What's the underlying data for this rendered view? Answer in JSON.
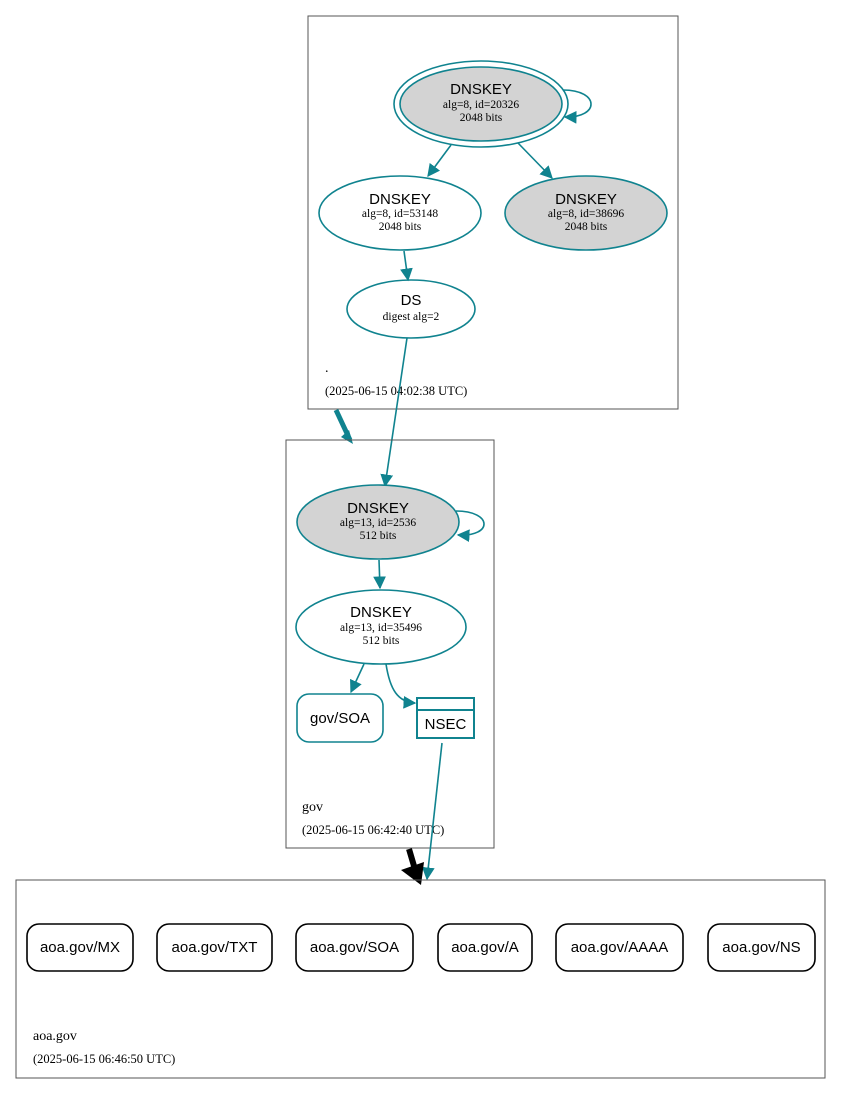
{
  "colors": {
    "teal": "#10838f",
    "key_fill_signing": "#d3d3d3",
    "zone_border": "#555555",
    "delegation_insecure": "#000000"
  },
  "zones": {
    "root": {
      "name": ".",
      "timestamp": "(2025-06-15 04:02:38 UTC)"
    },
    "gov": {
      "name": "gov",
      "timestamp": "(2025-06-15 06:42:40 UTC)"
    },
    "aoa": {
      "name": "aoa.gov",
      "timestamp": "(2025-06-15 06:46:50 UTC)"
    }
  },
  "nodes": {
    "root_ksk": {
      "title": "DNSKEY",
      "line1": "alg=8, id=20326",
      "line2": "2048 bits"
    },
    "root_zsk1": {
      "title": "DNSKEY",
      "line1": "alg=8, id=53148",
      "line2": "2048 bits"
    },
    "root_zsk2": {
      "title": "DNSKEY",
      "line1": "alg=8, id=38696",
      "line2": "2048 bits"
    },
    "gov_ds": {
      "title": "DS",
      "line1": "digest alg=2"
    },
    "gov_ksk": {
      "title": "DNSKEY",
      "line1": "alg=13, id=2536",
      "line2": "512 bits"
    },
    "gov_zsk": {
      "title": "DNSKEY",
      "line1": "alg=13, id=35496",
      "line2": "512 bits"
    },
    "gov_soa": {
      "label": "gov/SOA"
    },
    "gov_nsec": {
      "label": "NSEC"
    }
  },
  "aoa_records": [
    "aoa.gov/MX",
    "aoa.gov/TXT",
    "aoa.gov/SOA",
    "aoa.gov/A",
    "aoa.gov/AAAA",
    "aoa.gov/NS"
  ]
}
